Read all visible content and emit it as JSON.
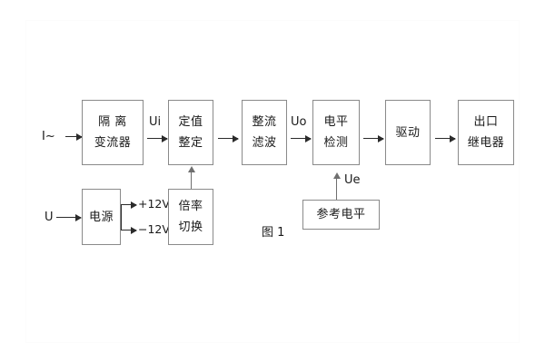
{
  "figure": {
    "caption": "图 1",
    "blocks": [
      {
        "id": "isolation-ct",
        "lines": [
          "隔 离",
          "变流器"
        ]
      },
      {
        "id": "setpoint",
        "lines": [
          "定值",
          "整定"
        ]
      },
      {
        "id": "rectify-filter",
        "lines": [
          "整流",
          "滤波"
        ]
      },
      {
        "id": "level-detect",
        "lines": [
          "电平",
          "检测"
        ]
      },
      {
        "id": "driver",
        "lines": [
          "驱动"
        ]
      },
      {
        "id": "output-relay",
        "lines": [
          "出口",
          "继电器"
        ]
      },
      {
        "id": "power-supply",
        "lines": [
          "电源"
        ]
      },
      {
        "id": "range-switch",
        "lines": [
          "倍率",
          "切换"
        ]
      },
      {
        "id": "reference-level",
        "lines": [
          "参考电平"
        ]
      }
    ],
    "signals": {
      "current_input": "I~",
      "voltage_input": "U",
      "ui": "Ui",
      "uo": "Uo",
      "ue": "Ue",
      "supply_positive": "+12V",
      "supply_negative": "−12V"
    },
    "colors": {
      "box_border": "#8a8a8a",
      "arrow": "#2b2b2b",
      "text": "#1a1a1a",
      "background": "#ffffff"
    }
  }
}
